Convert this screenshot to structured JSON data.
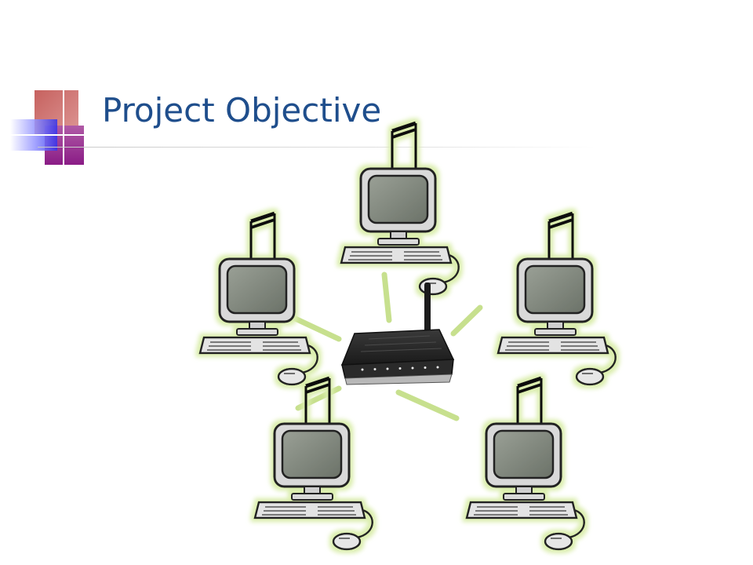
{
  "slide": {
    "title": "Project Objective"
  },
  "colors": {
    "title": "#1f4e8c",
    "glow": "#dff0b4",
    "link": "#bcd87a",
    "router_body": "#2b2b2b",
    "monitor_screen": "#7d8479"
  },
  "diagram": {
    "hub": {
      "icon": "wireless-router-icon"
    },
    "nodes": [
      {
        "icon": "computer-with-music-notes-icon",
        "position": "top"
      },
      {
        "icon": "computer-with-music-notes-icon",
        "position": "upper-left"
      },
      {
        "icon": "computer-with-music-notes-icon",
        "position": "upper-right"
      },
      {
        "icon": "computer-with-music-notes-icon",
        "position": "lower-left"
      },
      {
        "icon": "computer-with-music-notes-icon",
        "position": "lower-right"
      }
    ]
  }
}
